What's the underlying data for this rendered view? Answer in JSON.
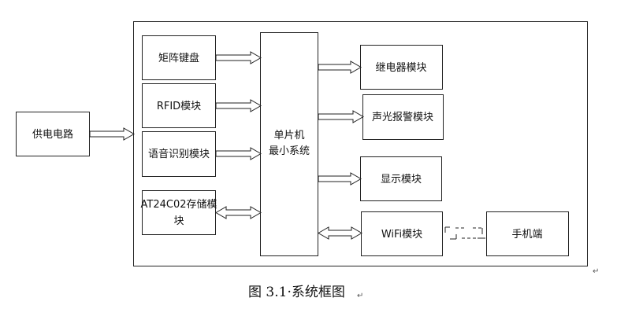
{
  "diagram": {
    "power_label": "供电电路",
    "keypad_label": "矩阵键盘",
    "rfid_label": "RFID模块",
    "voice_label": "语音识别模块",
    "eeprom_label_line1": "AT24C02存储模",
    "eeprom_label_line2": "块",
    "mcu_label_line1": "单片机",
    "mcu_label_line2": "最小系统",
    "relay_label": "继电器模块",
    "alarm_label": "声光报警模块",
    "display_label": "显示模块",
    "wifi_label": "WiFi模块",
    "phone_label": "手机端"
  },
  "caption": {
    "text": "图 3.1·系统框图"
  },
  "marks": {
    "paragraph_mark": "↵"
  }
}
